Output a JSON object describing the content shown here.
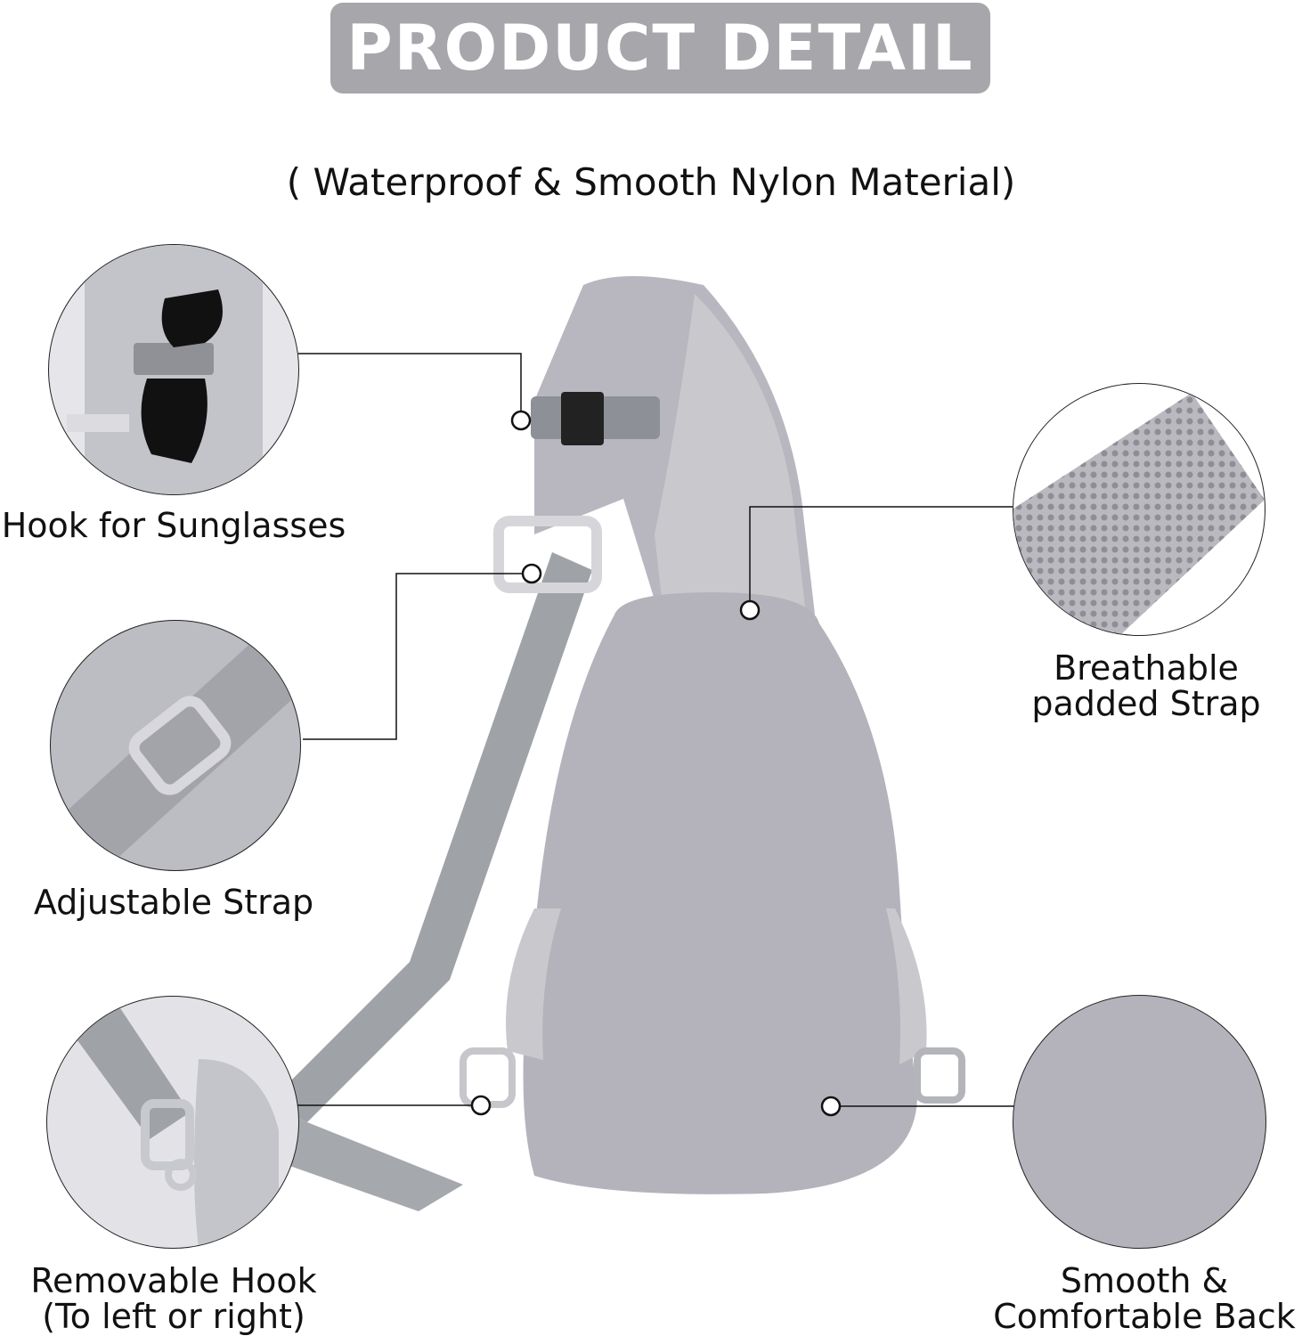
{
  "banner": {
    "title": "PRODUCT DETAIL"
  },
  "subtitle": "( Waterproof & Smooth Nylon Material)",
  "features": {
    "sunglasses": {
      "label": "Hook for Sunglasses"
    },
    "adjustable": {
      "label": "Adjustable Strap"
    },
    "removable": {
      "line1": "Removable Hook",
      "line2": "(To left or right)"
    },
    "breathable": {
      "line1": "Breathable",
      "line2": "padded Strap"
    },
    "back": {
      "line1": "Smooth &",
      "line2": "Comfortable Back"
    }
  },
  "colors": {
    "banner": "#a7a6ab",
    "bag": "#b4b3bc",
    "strap": "#9fa2a7",
    "mesh": "#c9c9cd"
  }
}
